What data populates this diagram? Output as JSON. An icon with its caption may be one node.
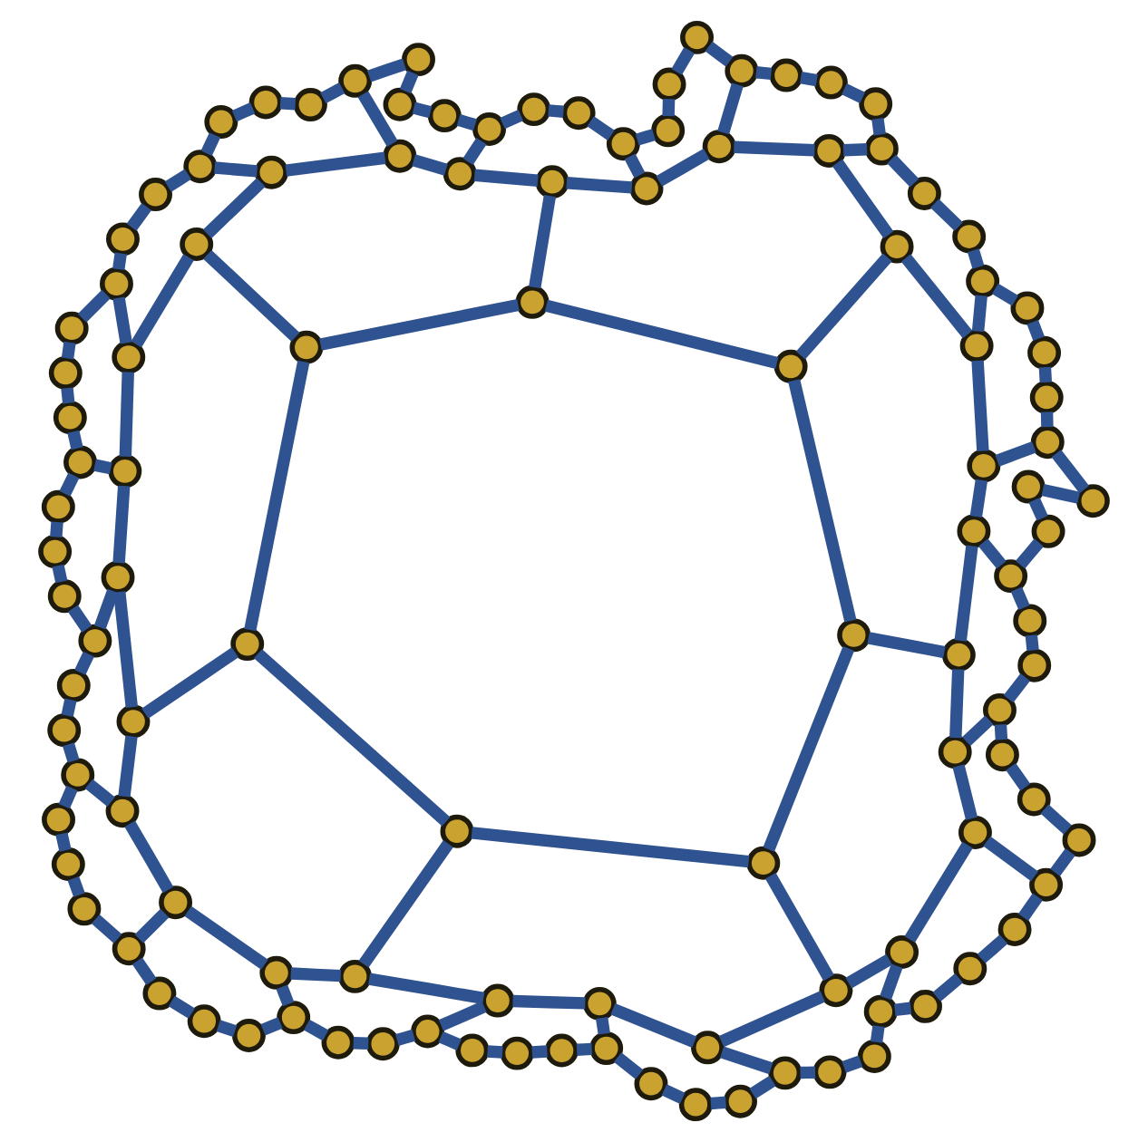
{
  "diagram": {
    "nodes": [
      {
        "text": [],
        "shape": "circle"
      },
      {
        "text": [],
        "shape": "circle"
      },
      {
        "text": [],
        "shape": "circle"
      },
      {
        "text": [],
        "shape": "circle"
      },
      {
        "text": [],
        "shape": "circle"
      },
      {
        "text": [],
        "shape": "circle"
      },
      {
        "text": [],
        "shape": "circle"
      },
      {
        "text": [],
        "shape": "circle"
      },
      {
        "text": [],
        "shape": "circle"
      },
      {
        "text": [],
        "shape": "circle"
      },
      {
        "text": [],
        "shape": "circle"
      },
      {
        "text": [],
        "shape": "circle"
      },
      {
        "text": [],
        "shape": "circle"
      },
      {
        "text": [],
        "shape": "circle"
      },
      {
        "text": [],
        "shape": "circle"
      },
      {
        "text": [],
        "shape": "circle"
      },
      {
        "text": [],
        "shape": "circle"
      },
      {
        "text": [],
        "shape": "circle"
      },
      {
        "text": [],
        "shape": "circle"
      },
      {
        "text": [],
        "shape": "circle"
      },
      {
        "text": [],
        "shape": "circle"
      },
      {
        "text": [],
        "shape": "circle"
      },
      {
        "text": [],
        "shape": "circle"
      },
      {
        "text": [],
        "shape": "circle"
      },
      {
        "text": [],
        "shape": "circle"
      },
      {
        "text": [],
        "shape": "circle"
      },
      {
        "text": [],
        "shape": "circle"
      },
      {
        "text": [],
        "shape": "circle"
      },
      {
        "text": [],
        "shape": "circle"
      },
      {
        "text": [],
        "shape": "circle"
      },
      {
        "text": [],
        "shape": "circle"
      },
      {
        "text": [],
        "shape": "circle"
      },
      {
        "text": [],
        "shape": "circle"
      },
      {
        "text": [],
        "shape": "circle"
      },
      {
        "text": [],
        "shape": "circle"
      },
      {
        "text": [],
        "shape": "circle"
      },
      {
        "text": [],
        "shape": "circle"
      },
      {
        "text": [],
        "shape": "circle"
      },
      {
        "text": [],
        "shape": "circle"
      },
      {
        "text": [],
        "shape": "circle"
      },
      {
        "text": [],
        "shape": "circle"
      },
      {
        "text": [],
        "shape": "circle"
      },
      {
        "text": [],
        "shape": "circle"
      },
      {
        "text": [],
        "shape": "circle"
      },
      {
        "text": [],
        "shape": "circle"
      },
      {
        "text": [],
        "shape": "circle"
      },
      {
        "text": [],
        "shape": "circle"
      },
      {
        "text": [],
        "shape": "circle"
      },
      {
        "text": [],
        "shape": "circle"
      },
      {
        "text": [],
        "shape": "circle"
      },
      {
        "text": [],
        "shape": "circle"
      },
      {
        "text": [],
        "shape": "circle"
      },
      {
        "text": [],
        "shape": "circle"
      },
      {
        "text": [],
        "shape": "circle"
      },
      {
        "text": [],
        "shape": "circle"
      },
      {
        "text": [],
        "shape": "circle"
      },
      {
        "text": [],
        "shape": "circle"
      },
      {
        "text": [],
        "shape": "circle"
      },
      {
        "text": [],
        "shape": "circle"
      },
      {
        "text": [],
        "shape": "circle"
      },
      {
        "text": [],
        "shape": "circle"
      },
      {
        "text": [],
        "shape": "circle"
      },
      {
        "text": [],
        "shape": "circle"
      },
      {
        "text": [],
        "shape": "circle"
      },
      {
        "text": [],
        "shape": "circle"
      },
      {
        "text": [],
        "shape": "circle"
      },
      {
        "text": [],
        "shape": "circle"
      },
      {
        "text": [],
        "shape": "circle"
      },
      {
        "text": [],
        "shape": "circle"
      },
      {
        "text": [],
        "shape": "circle"
      },
      {
        "text": [],
        "shape": "circle"
      },
      {
        "text": [],
        "shape": "circle"
      },
      {
        "text": [],
        "shape": "circle"
      },
      {
        "text": [],
        "shape": "circle"
      },
      {
        "text": [],
        "shape": "circle"
      },
      {
        "text": [],
        "shape": "circle"
      },
      {
        "text": [],
        "shape": "circle"
      },
      {
        "text": [],
        "shape": "circle"
      },
      {
        "text": [],
        "shape": "circle"
      },
      {
        "text": [],
        "shape": "circle"
      },
      {
        "text": [],
        "shape": "circle"
      },
      {
        "text": [],
        "shape": "circle"
      },
      {
        "text": [],
        "shape": "circle"
      },
      {
        "text": [],
        "shape": "circle"
      },
      {
        "text": [],
        "shape": "circle"
      },
      {
        "text": [],
        "shape": "circle"
      },
      {
        "text": [],
        "shape": "circle"
      },
      {
        "text": [],
        "shape": "circle"
      },
      {
        "text": [],
        "shape": "circle"
      },
      {
        "text": [],
        "shape": "circle"
      },
      {
        "text": [],
        "shape": "circle"
      },
      {
        "text": [],
        "shape": "circle"
      },
      {
        "text": [],
        "shape": "circle"
      },
      {
        "text": [],
        "shape": "circle"
      },
      {
        "text": [],
        "shape": "circle"
      },
      {
        "text": [],
        "shape": "circle"
      },
      {
        "text": [],
        "shape": "circle"
      },
      {
        "text": [],
        "shape": "circle"
      },
      {
        "text": [],
        "shape": "circle"
      },
      {
        "text": [],
        "shape": "circle"
      },
      {
        "text": [],
        "shape": "circle"
      },
      {
        "text": [],
        "shape": "circle"
      },
      {
        "text": [],
        "shape": "circle"
      },
      {
        "text": [],
        "shape": "circle"
      },
      {
        "text": [],
        "shape": "circle"
      },
      {
        "text": [],
        "shape": "circle"
      },
      {
        "text": [],
        "shape": "circle"
      },
      {
        "text": [],
        "shape": "circle"
      },
      {
        "text": [],
        "shape": "circle"
      },
      {
        "text": [],
        "shape": "circle"
      },
      {
        "text": [],
        "shape": "circle"
      },
      {
        "text": [],
        "shape": "circle"
      }
    ],
    "edges": [
      {
        "from": 0,
        "to": 1,
        "arrow": "none"
      },
      {
        "from": 1,
        "to": 2,
        "arrow": "none"
      },
      {
        "from": 2,
        "to": 3,
        "arrow": "none"
      },
      {
        "from": 3,
        "to": 4,
        "arrow": "none"
      },
      {
        "from": 4,
        "to": 5,
        "arrow": "none"
      },
      {
        "from": 5,
        "to": 6,
        "arrow": "none"
      },
      {
        "from": 6,
        "to": 7,
        "arrow": "none"
      },
      {
        "from": 7,
        "to": 8,
        "arrow": "none"
      },
      {
        "from": 8,
        "to": 9,
        "arrow": "none"
      },
      {
        "from": 9,
        "to": 10,
        "arrow": "none"
      },
      {
        "from": 10,
        "to": 11,
        "arrow": "none"
      },
      {
        "from": 11,
        "to": 12,
        "arrow": "none"
      },
      {
        "from": 12,
        "to": 13,
        "arrow": "none"
      },
      {
        "from": 13,
        "to": 14,
        "arrow": "none"
      },
      {
        "from": 14,
        "to": 15,
        "arrow": "none"
      },
      {
        "from": 15,
        "to": 16,
        "arrow": "none"
      },
      {
        "from": 16,
        "to": 17,
        "arrow": "none"
      },
      {
        "from": 17,
        "to": 18,
        "arrow": "none"
      },
      {
        "from": 18,
        "to": 19,
        "arrow": "none"
      },
      {
        "from": 19,
        "to": 20,
        "arrow": "none"
      },
      {
        "from": 20,
        "to": 21,
        "arrow": "none"
      },
      {
        "from": 21,
        "to": 22,
        "arrow": "none"
      },
      {
        "from": 22,
        "to": 23,
        "arrow": "none"
      },
      {
        "from": 23,
        "to": 24,
        "arrow": "none"
      },
      {
        "from": 24,
        "to": 25,
        "arrow": "none"
      },
      {
        "from": 25,
        "to": 26,
        "arrow": "none"
      },
      {
        "from": 26,
        "to": 27,
        "arrow": "none"
      },
      {
        "from": 27,
        "to": 28,
        "arrow": "none"
      },
      {
        "from": 28,
        "to": 29,
        "arrow": "none"
      },
      {
        "from": 29,
        "to": 30,
        "arrow": "none"
      },
      {
        "from": 30,
        "to": 31,
        "arrow": "none"
      },
      {
        "from": 31,
        "to": 32,
        "arrow": "none"
      },
      {
        "from": 32,
        "to": 33,
        "arrow": "none"
      },
      {
        "from": 33,
        "to": 34,
        "arrow": "none"
      },
      {
        "from": 34,
        "to": 35,
        "arrow": "none"
      },
      {
        "from": 35,
        "to": 36,
        "arrow": "none"
      },
      {
        "from": 36,
        "to": 37,
        "arrow": "none"
      },
      {
        "from": 37,
        "to": 38,
        "arrow": "none"
      },
      {
        "from": 38,
        "to": 39,
        "arrow": "none"
      },
      {
        "from": 39,
        "to": 40,
        "arrow": "none"
      },
      {
        "from": 40,
        "to": 41,
        "arrow": "none"
      },
      {
        "from": 41,
        "to": 42,
        "arrow": "none"
      },
      {
        "from": 42,
        "to": 43,
        "arrow": "none"
      },
      {
        "from": 43,
        "to": 44,
        "arrow": "none"
      },
      {
        "from": 44,
        "to": 45,
        "arrow": "none"
      },
      {
        "from": 45,
        "to": 46,
        "arrow": "none"
      },
      {
        "from": 46,
        "to": 47,
        "arrow": "none"
      },
      {
        "from": 47,
        "to": 48,
        "arrow": "none"
      },
      {
        "from": 48,
        "to": 49,
        "arrow": "none"
      },
      {
        "from": 49,
        "to": 50,
        "arrow": "none"
      },
      {
        "from": 50,
        "to": 51,
        "arrow": "none"
      },
      {
        "from": 51,
        "to": 52,
        "arrow": "none"
      },
      {
        "from": 52,
        "to": 53,
        "arrow": "none"
      },
      {
        "from": 53,
        "to": 54,
        "arrow": "none"
      },
      {
        "from": 54,
        "to": 55,
        "arrow": "none"
      },
      {
        "from": 55,
        "to": 56,
        "arrow": "none"
      },
      {
        "from": 56,
        "to": 57,
        "arrow": "none"
      },
      {
        "from": 57,
        "to": 58,
        "arrow": "none"
      },
      {
        "from": 58,
        "to": 59,
        "arrow": "none"
      },
      {
        "from": 59,
        "to": 60,
        "arrow": "none"
      },
      {
        "from": 60,
        "to": 61,
        "arrow": "none"
      },
      {
        "from": 61,
        "to": 62,
        "arrow": "none"
      },
      {
        "from": 62,
        "to": 63,
        "arrow": "none"
      },
      {
        "from": 63,
        "to": 64,
        "arrow": "none"
      },
      {
        "from": 64,
        "to": 65,
        "arrow": "none"
      },
      {
        "from": 65,
        "to": 66,
        "arrow": "none"
      },
      {
        "from": 66,
        "to": 67,
        "arrow": "none"
      },
      {
        "from": 67,
        "to": 68,
        "arrow": "none"
      },
      {
        "from": 68,
        "to": 69,
        "arrow": "none"
      },
      {
        "from": 69,
        "to": 70,
        "arrow": "none"
      },
      {
        "from": 70,
        "to": 71,
        "arrow": "none"
      },
      {
        "from": 71,
        "to": 72,
        "arrow": "none"
      },
      {
        "from": 72,
        "to": 73,
        "arrow": "none"
      },
      {
        "from": 73,
        "to": 74,
        "arrow": "none"
      },
      {
        "from": 74,
        "to": 75,
        "arrow": "none"
      },
      {
        "from": 75,
        "to": 76,
        "arrow": "none"
      },
      {
        "from": 76,
        "to": 0,
        "arrow": "none"
      },
      {
        "from": 77,
        "to": 78,
        "arrow": "none"
      },
      {
        "from": 78,
        "to": 79,
        "arrow": "none"
      },
      {
        "from": 79,
        "to": 80,
        "arrow": "none"
      },
      {
        "from": 80,
        "to": 81,
        "arrow": "none"
      },
      {
        "from": 81,
        "to": 82,
        "arrow": "none"
      },
      {
        "from": 82,
        "to": 83,
        "arrow": "none"
      },
      {
        "from": 83,
        "to": 84,
        "arrow": "none"
      },
      {
        "from": 84,
        "to": 85,
        "arrow": "none"
      },
      {
        "from": 85,
        "to": 86,
        "arrow": "none"
      },
      {
        "from": 86,
        "to": 87,
        "arrow": "none"
      },
      {
        "from": 87,
        "to": 88,
        "arrow": "none"
      },
      {
        "from": 88,
        "to": 89,
        "arrow": "none"
      },
      {
        "from": 89,
        "to": 90,
        "arrow": "none"
      },
      {
        "from": 90,
        "to": 91,
        "arrow": "none"
      },
      {
        "from": 91,
        "to": 92,
        "arrow": "none"
      },
      {
        "from": 92,
        "to": 93,
        "arrow": "none"
      },
      {
        "from": 93,
        "to": 94,
        "arrow": "none"
      },
      {
        "from": 94,
        "to": 95,
        "arrow": "none"
      },
      {
        "from": 95,
        "to": 96,
        "arrow": "none"
      },
      {
        "from": 96,
        "to": 97,
        "arrow": "none"
      },
      {
        "from": 97,
        "to": 98,
        "arrow": "none"
      },
      {
        "from": 98,
        "to": 99,
        "arrow": "none"
      },
      {
        "from": 99,
        "to": 100,
        "arrow": "none"
      },
      {
        "from": 100,
        "to": 101,
        "arrow": "none"
      },
      {
        "from": 101,
        "to": 102,
        "arrow": "none"
      },
      {
        "from": 102,
        "to": 103,
        "arrow": "none"
      },
      {
        "from": 103,
        "to": 104,
        "arrow": "none"
      },
      {
        "from": 104,
        "to": 77,
        "arrow": "none"
      },
      {
        "from": 105,
        "to": 106,
        "arrow": "none"
      },
      {
        "from": 106,
        "to": 107,
        "arrow": "none"
      },
      {
        "from": 107,
        "to": 108,
        "arrow": "none"
      },
      {
        "from": 108,
        "to": 109,
        "arrow": "none"
      },
      {
        "from": 109,
        "to": 110,
        "arrow": "none"
      },
      {
        "from": 110,
        "to": 111,
        "arrow": "none"
      },
      {
        "from": 111,
        "to": 105,
        "arrow": "none"
      },
      {
        "from": 105,
        "to": 104,
        "arrow": "none"
      },
      {
        "from": 106,
        "to": 80,
        "arrow": "none"
      },
      {
        "from": 107,
        "to": 84,
        "arrow": "none"
      },
      {
        "from": 108,
        "to": 88,
        "arrow": "none"
      },
      {
        "from": 109,
        "to": 92,
        "arrow": "none"
      },
      {
        "from": 110,
        "to": 96,
        "arrow": "none"
      },
      {
        "from": 111,
        "to": 100,
        "arrow": "none"
      },
      {
        "from": 77,
        "to": 76,
        "arrow": "none"
      },
      {
        "from": 78,
        "to": 3,
        "arrow": "none"
      },
      {
        "from": 79,
        "to": 7,
        "arrow": "none"
      },
      {
        "from": 81,
        "to": 10,
        "arrow": "none"
      },
      {
        "from": 82,
        "to": 14,
        "arrow": "none"
      },
      {
        "from": 83,
        "to": 18,
        "arrow": "none"
      },
      {
        "from": 85,
        "to": 21,
        "arrow": "none"
      },
      {
        "from": 86,
        "to": 25,
        "arrow": "none"
      },
      {
        "from": 87,
        "to": 29,
        "arrow": "none"
      },
      {
        "from": 89,
        "to": 32,
        "arrow": "none"
      },
      {
        "from": 90,
        "to": 36,
        "arrow": "none"
      },
      {
        "from": 91,
        "to": 40,
        "arrow": "none"
      },
      {
        "from": 93,
        "to": 43,
        "arrow": "none"
      },
      {
        "from": 94,
        "to": 47,
        "arrow": "none"
      },
      {
        "from": 95,
        "to": 51,
        "arrow": "none"
      },
      {
        "from": 97,
        "to": 54,
        "arrow": "none"
      },
      {
        "from": 98,
        "to": 58,
        "arrow": "none"
      },
      {
        "from": 99,
        "to": 62,
        "arrow": "none"
      },
      {
        "from": 101,
        "to": 65,
        "arrow": "none"
      },
      {
        "from": 102,
        "to": 69,
        "arrow": "none"
      },
      {
        "from": 103,
        "to": 73,
        "arrow": "none"
      }
    ]
  }
}
